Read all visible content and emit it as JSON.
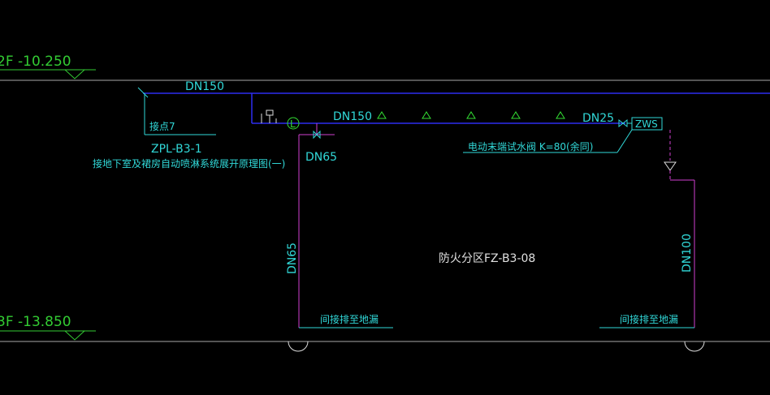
{
  "colors": {
    "background": "#000000",
    "level_line": "#a9a9a9",
    "level_text": "#33cc33",
    "main_pipe": "#2d2df0",
    "cyan_text": "#31d8d8",
    "drain_pipe": "#d040d0",
    "sprinkler": "#33dd33",
    "zone_text": "#e0e0e0",
    "anchor": "#dddddd"
  },
  "levels": {
    "upper": "2F  -10.250",
    "lower": "3F  -13.850"
  },
  "pipes": {
    "main_size": "DN150",
    "branch_size": "DN150",
    "end_size": "DN25",
    "drain_left_size": "DN65",
    "drain_left_vertical": "DN65",
    "drain_right_vertical": "DN100"
  },
  "labels": {
    "connection_point": "接点7",
    "riser_id": "ZPL-B3-1",
    "riser_note": "接地下室及裙房自动喷淋系统展开原理图(一)",
    "test_valve": "电动末端试水阀 K=80(余同)",
    "zws": "ZWS",
    "fire_zone": "防火分区FZ-B3-08",
    "drain_left": "间接排至地漏",
    "drain_right": "间接排至地漏",
    "flow_indicator": "L"
  },
  "icons": {
    "sprinkler": "sprinkler-head-icon",
    "valve": "gate-valve-icon",
    "flow": "flow-indicator-icon",
    "anchor": "pipe-support-icon",
    "level": "elevation-marker-icon"
  }
}
